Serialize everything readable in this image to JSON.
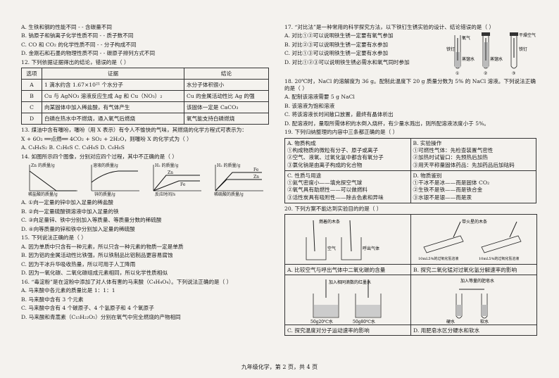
{
  "left": {
    "q11_options": [
      "A. 生铁和钢的性能不同 - - 含碳量不同",
      "B. 钠原子和钠离子化学性质不同 - - 质子数不同",
      "C. CO 和 CO₂ 的化学性质不同 - - 分子构成不同",
      "D. 金刚石和石墨的物理性质不同 - - 碳原子排列方式不同"
    ],
    "q12_stem": "12. 下列依据证据得出的结论，错误的是（    ）",
    "q12_table": {
      "headers": [
        "选项",
        "证据",
        "结论"
      ],
      "rows": [
        [
          "A",
          "1 滴水约含 1.67×10²¹ 个水分子",
          "水分子体积很小"
        ],
        [
          "B",
          "Cu 与 AgNO₃ 溶液反应生成 Ag 和 Cu（NO₃）₂",
          "Cu 的金属活动性比 Ag 的强"
        ],
        [
          "C",
          "向某固体中加入稀盐酸，有气体产生",
          "该固体一定是 CaCO₃"
        ],
        [
          "D",
          "白磷在热水中不燃烧，通入氧气后燃烧",
          "氧气能支持白磷燃烧"
        ]
      ]
    },
    "q13_stem": "13. 煤油中含有噻吩，噻吩（用 X 表示）有令人不愉快的气味，其燃烧的化学方程式可表示为：",
    "q13_equation": "X + 6O₂ ══点燃══ 4CO₂ + SO₂ + 2H₂O，则噻吩 X 的化学式为（    ）",
    "q13_options": "A. C₄H₄S₂      B. C₂H₆S      C. C₄H₄S      D. C₆H₆S",
    "q14_stem": "14. 如图所示四个图像，分别对应四个过程，其中不正确的是（    ）",
    "q14_graphs": [
      {
        "ylabel": "Zn 的质量/g",
        "xlabel": "稀盐酸的质量/g",
        "num": "①"
      },
      {
        "ylabel": "溶液的质量/g",
        "xlabel": "锌的质量/g",
        "num": "②"
      },
      {
        "ylabel": "H₂ 的质量/g",
        "xlabel": "反应时间/s",
        "num": "③",
        "s1": "Zn",
        "s2": "Fe"
      },
      {
        "ylabel": "H₂ 的质量/g",
        "xlabel": "稀硫酸的质量/g",
        "num": "④",
        "s1": "Zn",
        "s2": "Fe"
      }
    ],
    "q14_options": [
      "A. ①向一定量的锌中加入足量的稀盐酸",
      "B. ②向一定量硫酸铜溶液中加入足量的铁",
      "C. ③向足量锌、铁中分别加入等质量、等质量分数的稀硫酸",
      "D. ④向等质量的锌和铁中分别加入足量的稀硫酸"
    ],
    "q15_stem": "15. 下列说法正确的是（    ）",
    "q15_options": [
      "A. 因为单质中只含有一种元素，所以只含一种元素的物质一定是单质",
      "B. 因为铝的金属活动性比铁强，所以铁制品比铝制品更容易腐蚀",
      "C. 因为干冰升华吸收热量，所以可用于人工降雨",
      "D. 因为一氧化碳、二氧化碳组成元素相同，所以化学性质相似"
    ],
    "q16_stem": "16. “毒淀粉”是在淀粉中添加了对人体有害的马来酸（C₄H₄O₄）。下列说法正确的是（    ）",
    "q16_options": [
      "A. 马来酸中各元素的质量比是 1：1：1",
      "B. 马来酸中含有 3 个元素",
      "C. 马来酸中含有 4 个碳原子、4 个氢原子和 4 个氧原子",
      "D. 马来酸和青蒿素（C₁₅H₂₂O₅）分别在氧气中完全燃烧的产物相同"
    ]
  },
  "right": {
    "q17_stem": "17. “对比法”是一种常用的科学探究方法，以下铁钉生锈实验的设计、结论错误的是（    ）",
    "q17_options": [
      "A. 对比①②可以说明铁生锈一定要有氧气参加",
      "B. 对比②③可以说明铁生锈一定要有水参加",
      "C. 对比①③可以说明铁生锈一定要有水参加",
      "D. 对比①②③可以说明铁生锈必需水和氧气同时参加"
    ],
    "q17_fig": {
      "label1": "氧气",
      "label2": "蒸馏水",
      "label3": "干燥空气",
      "nail": "铁钉",
      "nums": [
        "①",
        "②",
        "③"
      ]
    },
    "q18_stem": "18. 20℃时，NaCl 的溶解度为 36 g。配制此温度下 20 g 质量分数为 5% 的 NaCl 溶液。下列说法正确的是（    ）",
    "q18_options": [
      "A. 配制该溶液需要 5 g NaCl",
      "B. 该溶液为饱和溶液",
      "C. 将该溶液长时间敞口放置，最终有晶体析出",
      "D. 配溶液时，量取所需体积的水倒入烧杯，有少量水溅出，则所配溶液浓度小于 5%。"
    ],
    "q19_stem": "19. 下列归纳整理的内容中三条都正确的是（    ）",
    "q19_cells": [
      {
        "title": "A. 物质构成",
        "items": [
          "①构成物质的微粒有分子、原子或离子",
          "②空气、液氧、过氧化氢中都含有氧分子",
          "③氯化钠是由离子构成的化合物"
        ]
      },
      {
        "title": "B. 实验操作",
        "items": [
          "①可燃性气体：先检查装置气密性",
          "②加热时试管口：先预热后加热",
          "③用天平称量固体药品：先加药品后加砝码"
        ]
      },
      {
        "title": "C. 性质与用途",
        "items": [
          "①氦气密度小——填充探空气球",
          "②氧气具有助燃性——可以做燃料",
          "③活性炭具有吸附性——除去色素和异味"
        ]
      },
      {
        "title": "D. 物质鉴别",
        "items": [
          "①干冰不是冰——而是固体 CO₂",
          "②生铁不是铁——而是铁合金",
          "③水银不是银——而是汞"
        ]
      }
    ],
    "q20_stem": "20. 下列方案不能达到实验目的的是（    ）",
    "q20_captions": [
      "A. 比较空气与呼出气体中二氧化碳的含量",
      "B. 探究二氧化锰对过氧化氢分解速率的影响",
      "C. 探究温度对分子运动速率的影响",
      "D. 用肥皂水区分硬水和软水"
    ],
    "q20_fig_labels": {
      "a1": "燃着的木条",
      "a2": "空气",
      "a3": "呼出气体",
      "b1": "带火星的木条",
      "b2": "10mL5%的过氧化氢溶液",
      "b3": "10mL5%的过氧化氢溶液",
      "c1": "加入相同滴数的红墨水",
      "c2": "50g20℃水",
      "c3": "50g80℃水",
      "d1": "加入等量的肥皂水",
      "d2": "硬水",
      "d3": "软水"
    }
  },
  "footer": "九年级化学，第 2 页，共 4 页"
}
